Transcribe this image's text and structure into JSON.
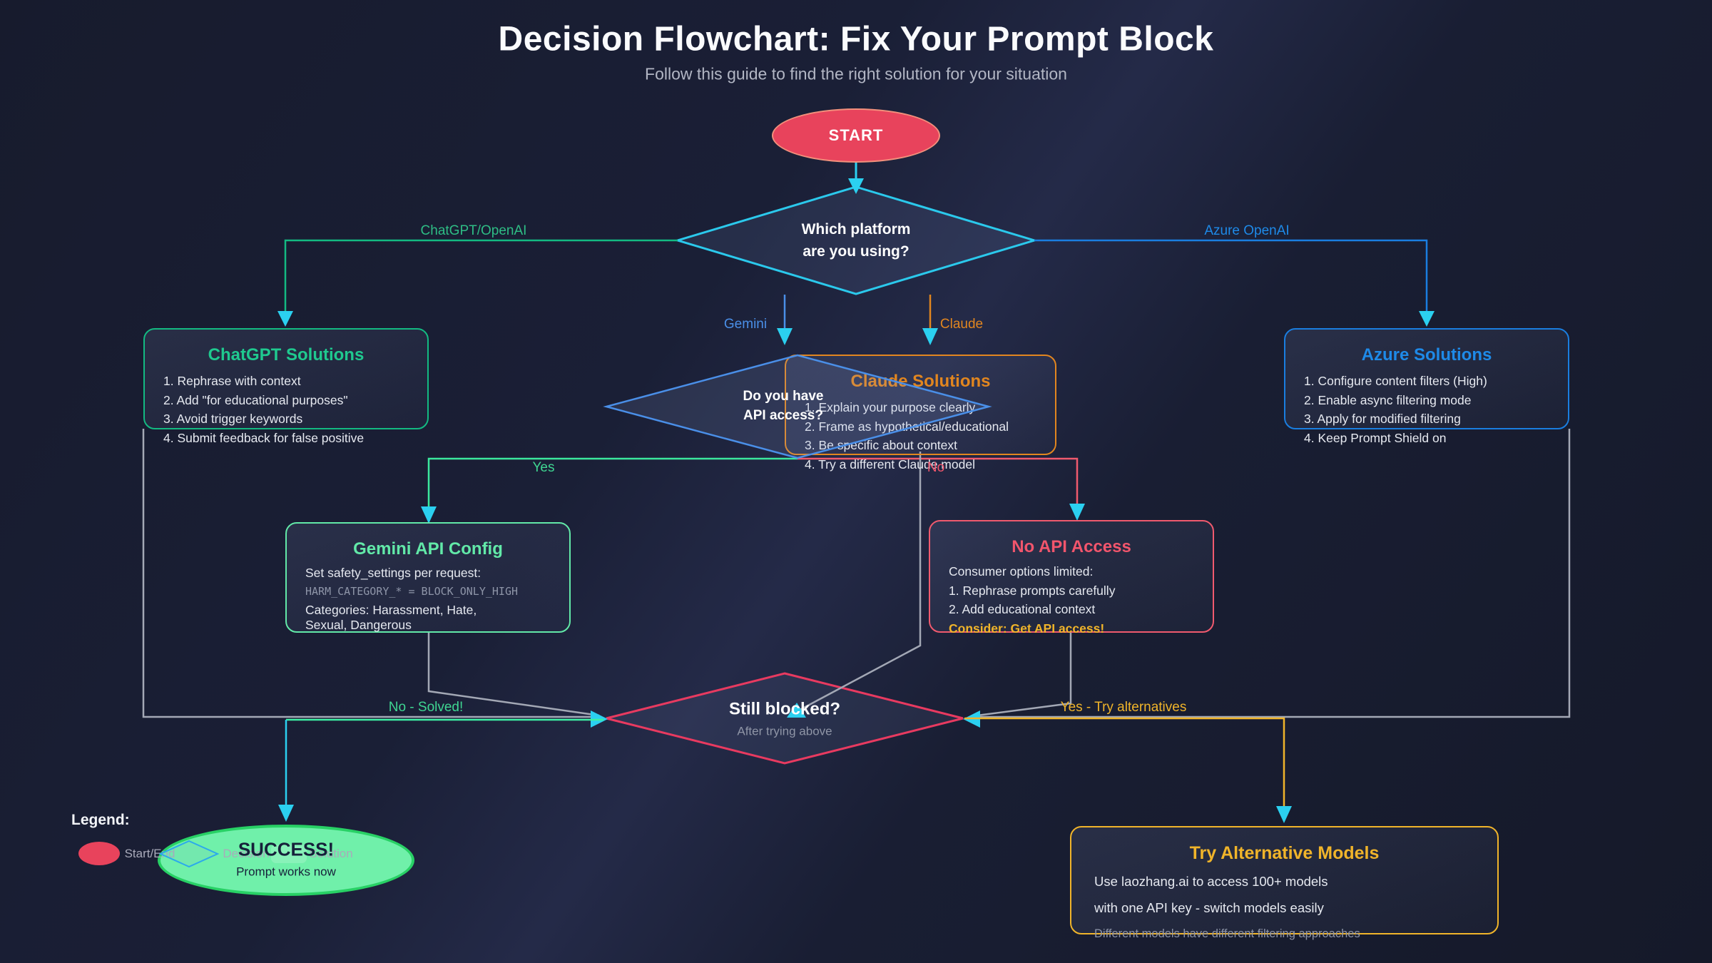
{
  "page": {
    "title": "Decision Flowchart: Fix Your Prompt Block",
    "subtitle": "Follow this guide to find the right solution for your situation"
  },
  "colors": {
    "background": "#191d31",
    "cyan_accent": "#2bd0f0",
    "green": "#13ba82",
    "mint": "#62e9a8",
    "spring_line": "#3df0a4",
    "azure_blue": "#1a7ee0",
    "gemini_blue": "#4a8fe8",
    "claude_orange": "#e2861f",
    "gold": "#f0b42a",
    "red_pink": "#f05a6e",
    "diamond_red": "#e83a60",
    "start_red": "#e8435c",
    "success_green": "#70f0aa",
    "gray_line": "#a3a8b5"
  },
  "nodes": {
    "start": {
      "label": "START"
    },
    "platform_question": {
      "line1": "Which platform",
      "line2": "are you using?"
    },
    "chatgpt": {
      "title": "ChatGPT Solutions",
      "items": [
        "1. Rephrase with context",
        "2. Add \"for educational purposes\"",
        "3. Avoid trigger keywords",
        "4. Submit feedback for false positive"
      ]
    },
    "claude": {
      "title": "Claude Solutions",
      "items": [
        "1. Explain your purpose clearly",
        "2. Frame as hypothetical/educational",
        "3. Be specific about context",
        "4. Try a different Claude model"
      ]
    },
    "azure": {
      "title": "Azure Solutions",
      "items": [
        "1. Configure content filters (High)",
        "2. Enable async filtering mode",
        "3. Apply for modified filtering",
        "4. Keep Prompt Shield on"
      ]
    },
    "api_question": {
      "line1": "Do you have",
      "line2": "API access?"
    },
    "gemini_config": {
      "title": "Gemini API Config",
      "line1": "Set safety_settings per request:",
      "code": "HARM_CATEGORY_* = BLOCK_ONLY_HIGH",
      "line2": "Categories: Harassment, Hate,",
      "line3": "Sexual, Dangerous"
    },
    "no_api": {
      "title": "No API Access",
      "line1": "Consumer options limited:",
      "item1": "1. Rephrase prompts carefully",
      "item2": "2. Add educational context",
      "highlight": "Consider: Get API access!"
    },
    "still_blocked": {
      "title": "Still blocked?",
      "subtitle": "After trying above"
    },
    "success": {
      "title": "SUCCESS!",
      "subtitle": "Prompt works now"
    },
    "try_alt": {
      "title": "Try Alternative Models",
      "line1": "Use laozhang.ai to access 100+ models",
      "line2": "with one API key - switch models easily",
      "line3": "Different models have different filtering approaches"
    }
  },
  "edges": {
    "chatgpt_label": "ChatGPT/OpenAI",
    "azure_label": "Azure OpenAI",
    "gemini_label": "Gemini",
    "claude_label": "Claude",
    "yes_label": "Yes",
    "no_label": "No",
    "solved_label": "No - Solved!",
    "alternatives_label": "Yes - Try alternatives"
  },
  "legend": {
    "title": "Legend:",
    "start_end": "Start/End",
    "decision": "Decision",
    "solution": "Solution"
  }
}
